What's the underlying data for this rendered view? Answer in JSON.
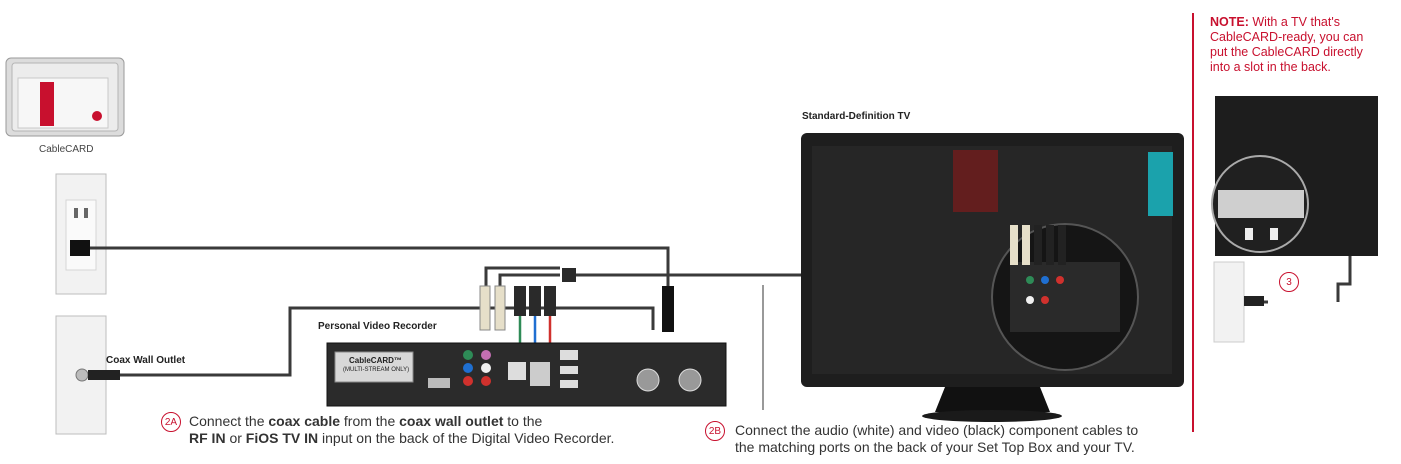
{
  "labels": {
    "cablecard": "CableCARD",
    "coax_outlet": "Coax Wall Outlet",
    "pvr": "Personal Video Recorder",
    "sd_tv": "Standard-Definition TV",
    "box_brand": "CableCARD™",
    "box_brand_sub": "(MULTI-STREAM ONLY)"
  },
  "step_2a": {
    "badge": "2A",
    "p1": "Connect the ",
    "b1": "coax cable",
    "p2": " from the ",
    "b2": "coax wall outlet",
    "p3": " to the",
    "b3": "RF IN",
    "p4": " or ",
    "b4": "FiOS TV IN",
    "p5": " input on the back of the Digital Video Recorder."
  },
  "step_2b": {
    "badge": "2B",
    "line1": "Connect the audio (white) and video (black) component cables to",
    "line2": "the matching ports on the back of your Set Top Box and your TV."
  },
  "step_3": {
    "badge": "3"
  },
  "note": {
    "prefix": "NOTE:",
    "line1": " With a TV that's",
    "line2": "CableCARD-ready, you can",
    "line3": "put the CableCARD directly",
    "line4": "into a slot in the back."
  },
  "colors": {
    "accent": "#c8102e",
    "cable": "#3a3a3a",
    "tv_body": "#1e1e1e"
  }
}
